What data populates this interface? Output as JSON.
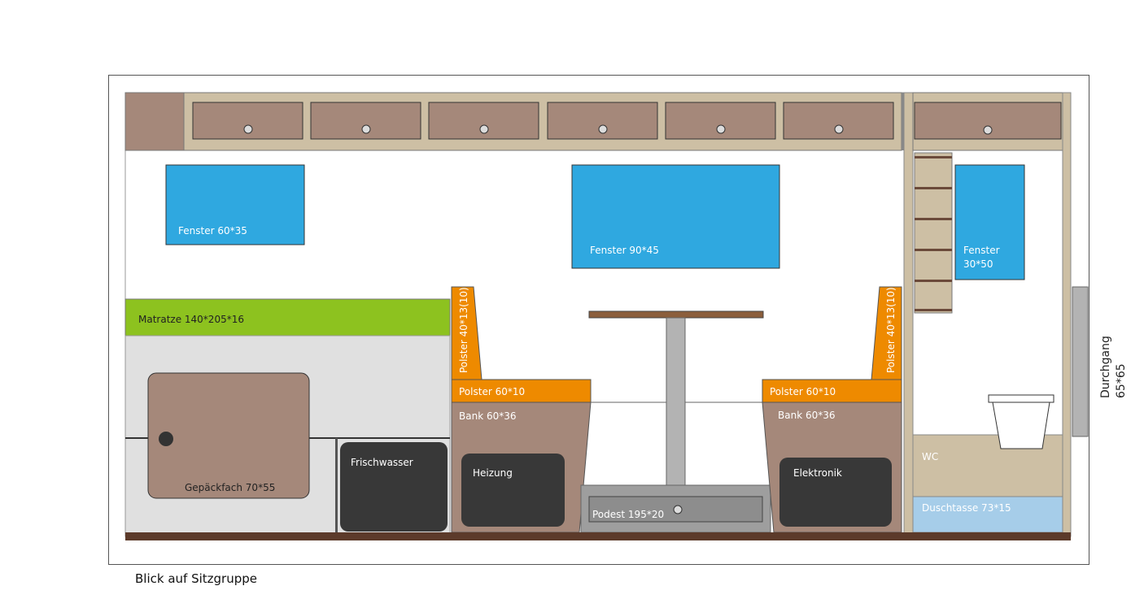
{
  "caption": "Blick auf Sitzgruppe",
  "labels": {
    "window_left": "Fenster 60*35",
    "window_center": "Fenster 90*45",
    "window_right_l1": "Fenster",
    "window_right_l2": "30*50",
    "mattress": "Matratze 140*205*16",
    "luggage": "Gepäckfach 70*55",
    "freshwater": "Frischwasser",
    "cushion_back_left": "Polster 40*13(10)",
    "cushion_back_right": "Polster 40*13(10)",
    "cushion_seat_left": "Polster 60*10",
    "cushion_seat_right": "Polster 60*10",
    "bench_left": "Bank 60*36",
    "bench_right": "Bank 60*36",
    "heating": "Heizung",
    "electronics": "Elektronik",
    "podest": "Podest 195*20",
    "wc": "WC",
    "shower_tray": "Duschtasse 73*15",
    "passage_l1": "Durchgang",
    "passage_l2": "65*65"
  },
  "colors": {
    "frame": "#555555",
    "cabinet": "#cdbfa4",
    "drawer": "#a5887a",
    "window": "#2fa8e0",
    "mattress": "#8dc21f",
    "bed_base": "#e0e0e0",
    "luggage": "#a5887a",
    "tank": "#383838",
    "cushion": "#ee8a00",
    "bench": "#a5887a",
    "table_top": "#8b5e3c",
    "table_leg": "#b3b3b3",
    "podest": "#9e9e9e",
    "wc_floor": "#cdbfa4",
    "shower": "#a6cde9",
    "floor": "#5c3a2a"
  }
}
